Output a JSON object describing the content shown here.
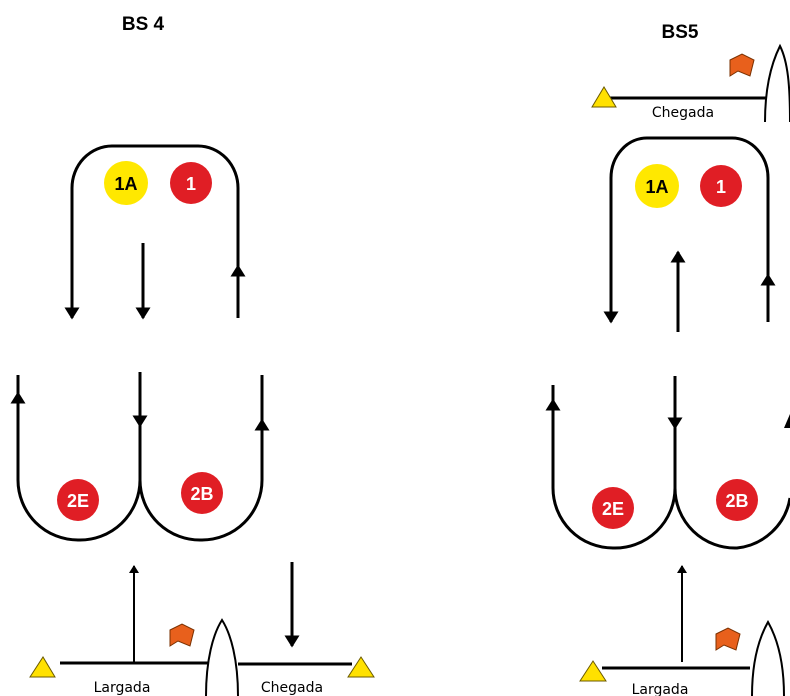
{
  "diagrams": [
    {
      "title": "BS 4",
      "marks": {
        "m1a": "1A",
        "m1": "1",
        "m2e": "2E",
        "m2b": "2B"
      },
      "start_label": "Largada",
      "finish_label": "Chegada"
    },
    {
      "title": "BS5",
      "marks": {
        "m1a": "1A",
        "m1": "1",
        "m2e": "2E",
        "m2b": "2B"
      },
      "start_label": "Largada",
      "finish_label": "Chegada"
    }
  ],
  "colors": {
    "yellow_mark": "#ffe800",
    "red_mark": "#e01e25",
    "flag": "#e8601c",
    "triangle": "#ffe100",
    "line": "#000000"
  }
}
